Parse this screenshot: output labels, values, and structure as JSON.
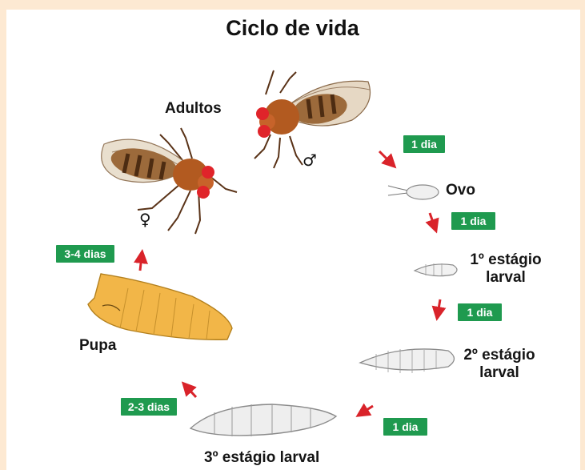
{
  "title": "Ciclo de vida",
  "stages": {
    "adults": "Adultos",
    "egg": "Ovo",
    "larva1_line1": "1º estágio",
    "larva1_line2": "larval",
    "larva2_line1": "2º estágio",
    "larva2_line2": "larval",
    "larva3": "3º estágio larval",
    "pupa": "Pupa"
  },
  "durations": {
    "adult_to_egg": "1 dia",
    "egg_to_l1": "1 dia",
    "l1_to_l2": "1 dia",
    "l2_to_l3": "1 dia",
    "l3_to_pupa": "2-3 dias",
    "pupa_to_adult": "3-4 dias"
  },
  "symbols": {
    "male": "♂",
    "female": "♀"
  },
  "colors": {
    "background": "#fde9d2",
    "badge": "#1f9a4f",
    "arrow": "#d9232a",
    "pupa": "#f2b648",
    "fly_eye": "#e0242a"
  }
}
